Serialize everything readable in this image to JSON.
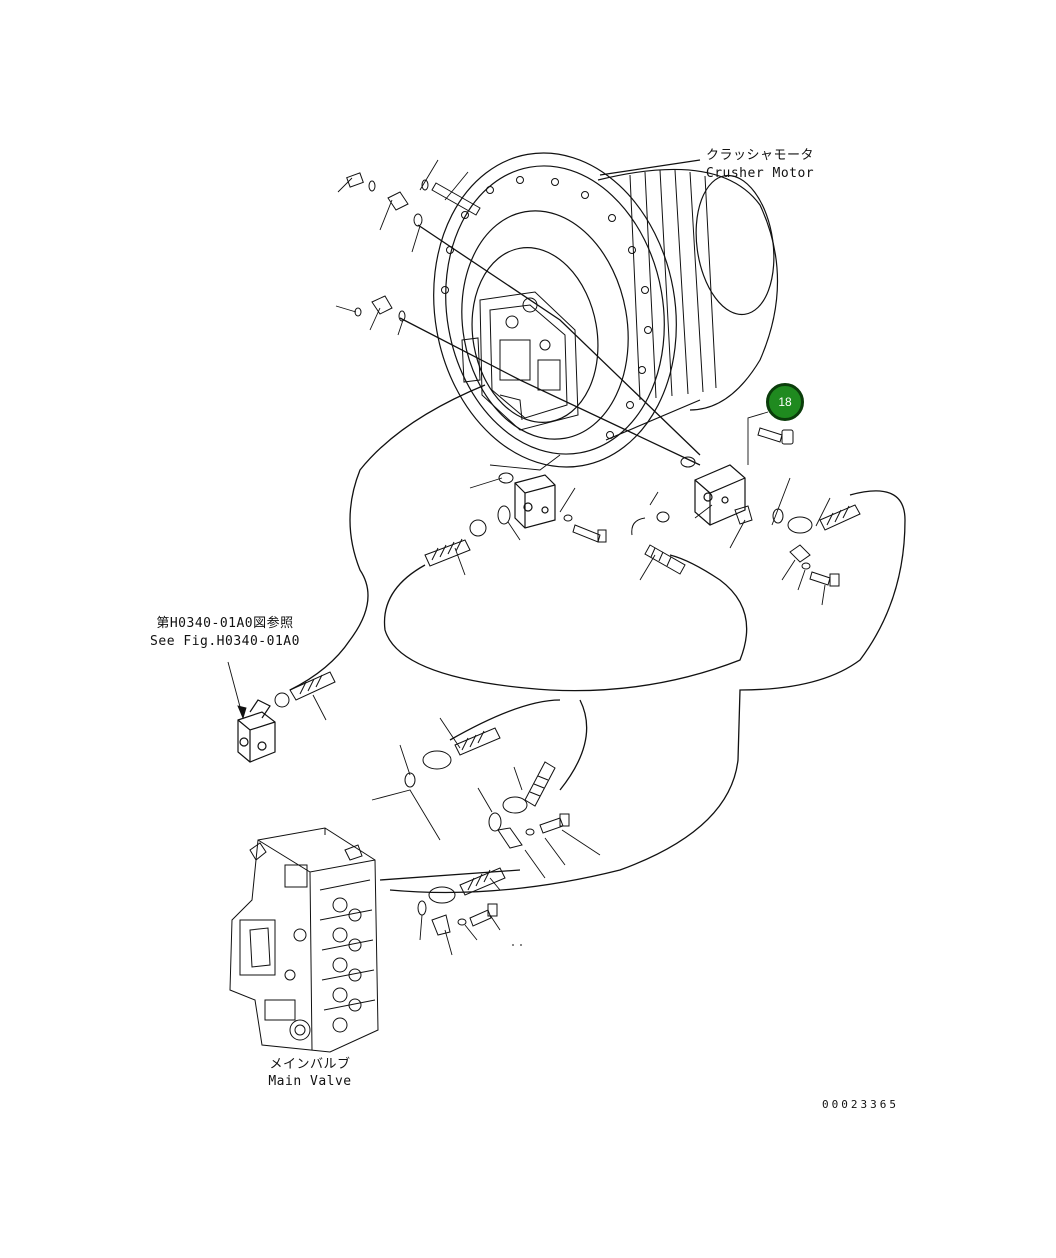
{
  "labels": {
    "crusher_motor_jp": "クラッシャモータ",
    "crusher_motor_en": "Crusher Motor",
    "ref_jp": "第H0340-01A0図参照",
    "ref_en": "See Fig.H0340-01A0",
    "main_valve_jp": "メインバルブ",
    "main_valve_en": "Main Valve",
    "drawing_number": "00023365"
  },
  "callout": {
    "number": "18",
    "fill": "#1f8a1f",
    "ring": "#0b3d0b"
  },
  "colors": {
    "line": "#111111",
    "background": "#ffffff"
  }
}
